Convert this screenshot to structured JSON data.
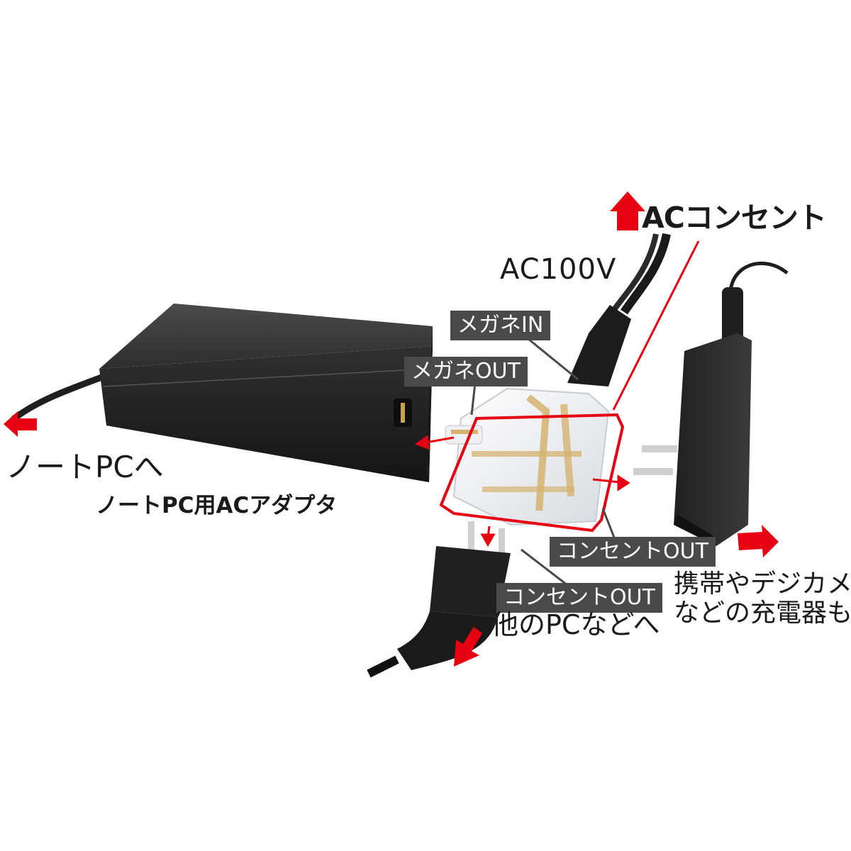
{
  "labels": {
    "ac_outlet": "ACコンセント",
    "ac100v": "AC100V",
    "megane_in": "メガネIN",
    "megane_out": "メガネOUT",
    "to_note_pc": "ノートPCへ",
    "note_pc_adapter": "ノートPC用ACアダプタ",
    "outlet_out_right": "コンセントOUT",
    "outlet_out_bottom": "コンセントOUT",
    "to_other_pc": "他のPCなどへ",
    "charger_line1": "携帯やデジカメ",
    "charger_line2": "などの充電器も"
  },
  "colors": {
    "accent_red": "#e60012",
    "tag_gray": "#4a4a4a",
    "device_black": "#2b2b2b"
  }
}
